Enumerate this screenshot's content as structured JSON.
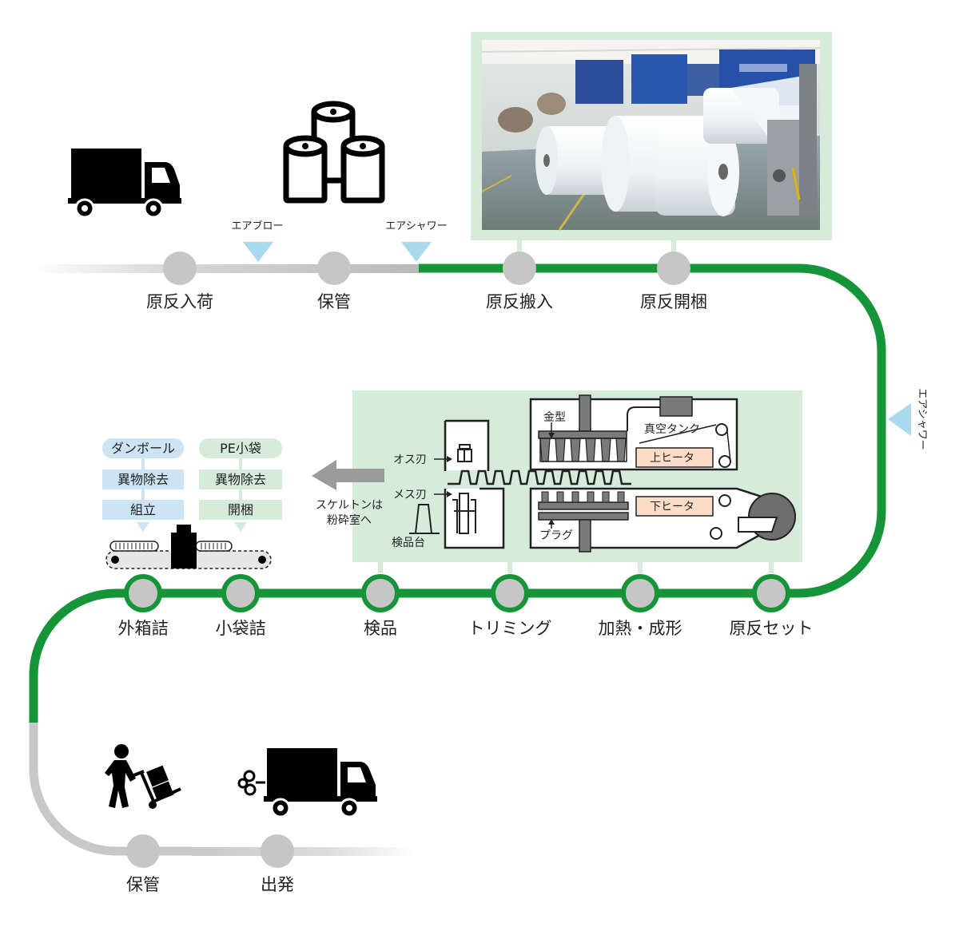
{
  "colors": {
    "green": "#159538",
    "gray_line": "#c8c8c8",
    "node": "#c6c6c6",
    "panel": "#d6ebd9",
    "air": "#a9d9ef",
    "heater": "#fbdcc6"
  },
  "top_stages": [
    "原反入荷",
    "保管",
    "原反搬入",
    "原反開梱"
  ],
  "air_points": {
    "blow": "エアブロー",
    "shower_top": "エアシャワー",
    "shower_right": "エアシャワー"
  },
  "middle_stages": [
    "外箱詰",
    "小袋詰",
    "検品",
    "トリミング",
    "加熱・成形",
    "原反セット"
  ],
  "bottom_stages": [
    "保管",
    "出発"
  ],
  "packing": {
    "left_header": "ダンボール",
    "right_header": "PE小袋",
    "left_steps": [
      "異物除去",
      "組立"
    ],
    "right_steps": [
      "異物除去",
      "開梱"
    ]
  },
  "machine": {
    "mold": "金型",
    "vacuum_tank": "真空タンク",
    "upper_heater": "上ヒータ",
    "lower_heater": "下ヒータ",
    "plug": "プラグ",
    "male_blade": "オス刃",
    "female_blade": "メス刃",
    "inspection_table": "検品台",
    "skeleton_line1": "スケルトンは",
    "skeleton_line2": "粉砕室へ"
  },
  "icons": {
    "truck_in": "truck-icon",
    "rolls": "film-rolls-icon",
    "worker": "hand-truck-worker-icon",
    "truck_out": "truck-departing-icon",
    "photo": "factory-rolls-photo"
  }
}
